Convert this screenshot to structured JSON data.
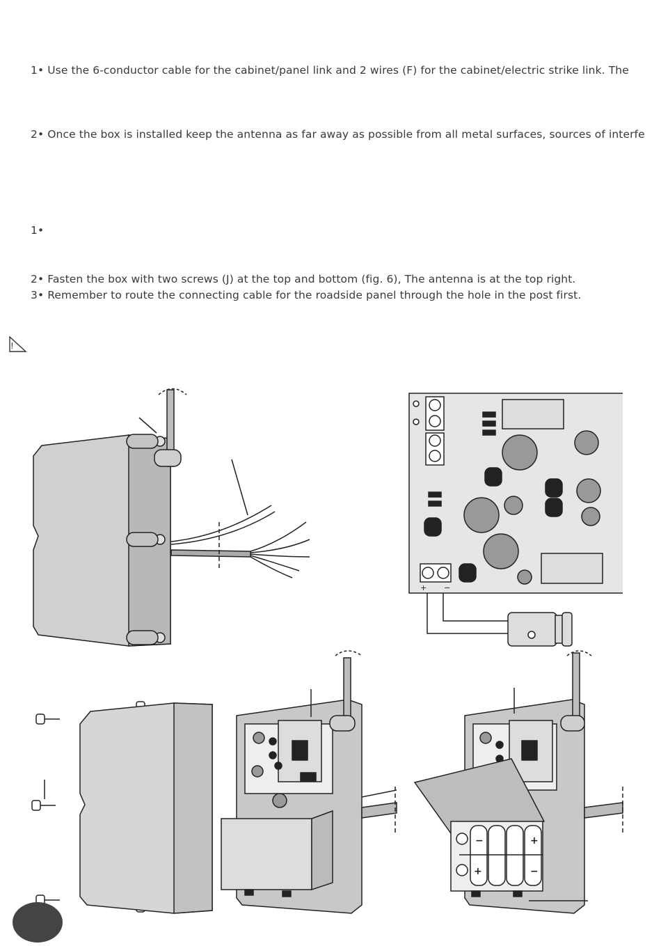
{
  "instructions": {
    "item1": "1• Use the 6-conductor cable for the cabinet/panel link and 2 wires (F) for the cabinet/electric strike link. The",
    "item2": "2• Once the box is installed keep the antenna as far away as possible from all metal surfaces, sources of interfe",
    "item3": "1•",
    "item4": "2• Fasten the box with two screws (J) at the top and bottom (fig. 6), The antenna is at the top right.",
    "item5": "3• Remember to route the connecting cable for the roadside panel through the hole in the post first."
  },
  "terminal_labels": {
    "plus": "+",
    "minus": "−"
  },
  "battery_labels": {
    "minus_top": "−",
    "plus_top": "+",
    "plus_bottom": "+",
    "minus_bottom": "−"
  }
}
